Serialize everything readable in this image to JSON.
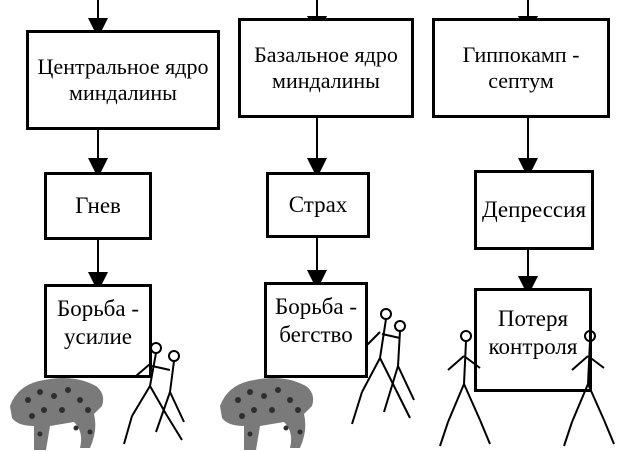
{
  "diagram": {
    "columns": [
      {
        "top": "Центральное ядро\nминдалины",
        "middle": "Гнев",
        "bottom": "Борьба -\nусилие"
      },
      {
        "top": "Базальное ядро\nминдалины",
        "middle": "Страх",
        "bottom": "Борьба -\nбегство"
      },
      {
        "top": "Гиппокамп  -\nсептум",
        "middle": "Депрессия",
        "bottom": "Потеря\nконтроля"
      }
    ],
    "illustrations": [
      "leopard-illustration",
      "running-figures-illustration"
    ],
    "colors": {
      "line": "#000000",
      "box_border": "#000000",
      "leopard": "#6b6b6b"
    }
  }
}
